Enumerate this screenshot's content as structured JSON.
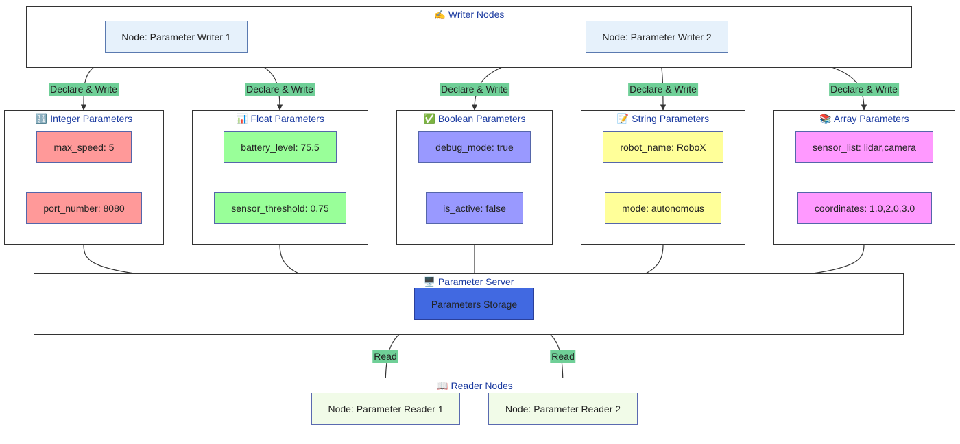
{
  "clusters": {
    "writers": "✍️ Writer Nodes",
    "integer": "🔢 Integer Parameters",
    "float": "📊 Float Parameters",
    "boolean": "✅ Boolean Parameters",
    "string": "📝 String Parameters",
    "array": "📚 Array Parameters",
    "server": "🖥️ Parameter Server",
    "readers": "📖 Reader Nodes"
  },
  "nodes": {
    "writer1": "Node: Parameter Writer 1",
    "writer2": "Node: Parameter Writer 2",
    "max_speed": "max_speed: 5",
    "port_number": "port_number: 8080",
    "battery_level": "battery_level: 75.5",
    "sensor_threshold": "sensor_threshold: 0.75",
    "debug_mode": "debug_mode: true",
    "is_active": "is_active: false",
    "robot_name": "robot_name: RoboX",
    "mode": "mode: autonomous",
    "sensor_list": "sensor_list: lidar,camera",
    "coordinates": "coordinates: 1.0,2.0,3.0",
    "storage": "Parameters Storage",
    "reader1": "Node: Parameter Reader 1",
    "reader2": "Node: Parameter Reader 2"
  },
  "edge_labels": {
    "write_int": "Declare & Write",
    "write_float": "Declare & Write",
    "write_bool": "Declare & Write",
    "write_string": "Declare & Write",
    "write_array": "Declare & Write",
    "read1": "Read",
    "read2": "Read"
  },
  "colors": {
    "integer": "#ff9999",
    "float": "#99ff99",
    "boolean": "#9999ff",
    "string": "#ffff99",
    "array": "#ff99ff",
    "storage": "#4169e1",
    "writer": "#e6f1fb",
    "reader": "#f1fbe8",
    "edge_label": "#6fcf97"
  }
}
